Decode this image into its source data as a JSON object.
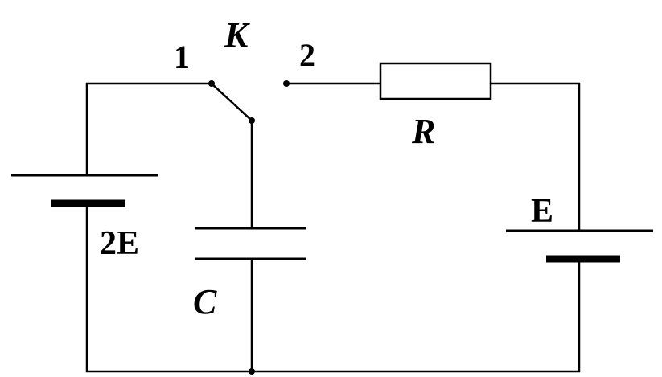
{
  "labels": {
    "switch": "K",
    "contact_1": "1",
    "contact_2": "2",
    "resistor": "R",
    "capacitor": "C",
    "source_left": "2E",
    "source_right": "E"
  },
  "colors": {
    "line": "#000000",
    "background": "#ffffff"
  }
}
